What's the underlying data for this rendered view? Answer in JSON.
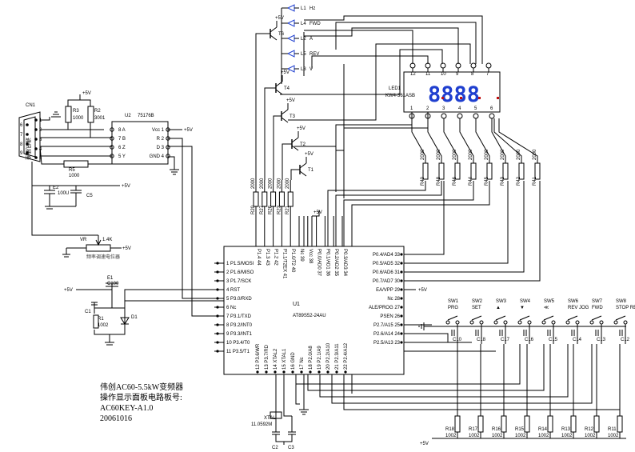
{
  "title_block": {
    "line1": "伟创AC60-5.5kW变频器",
    "line2": "操作显示面板电路板号:",
    "line3": "AC60KEY-A1.0",
    "line4": "20061016"
  },
  "u1": {
    "ref": "U1",
    "part": "AT89S52-24AU",
    "left_pins": [
      "1 P1.5/MOSI",
      "2 P1.6/MISO",
      "3 P1.7/SCK",
      "4 RST",
      "5 P3.0/RXD",
      "6 Nc",
      "7 P3.1/TXD",
      "8 P3.2/INT0",
      "9 P3.3/INT1",
      "10 P3.4/T0",
      "11 P3.5/T1"
    ],
    "top_pins": [
      "P1.4 44",
      "P1.3 43",
      "P1.2 42",
      "P1.1/T2EX 41",
      "P1.0/T2 40",
      "Nc 39",
      "Vcc 38",
      "P0.0/AD0 37",
      "P0.1/AD1 36",
      "P0.2/AD2 35",
      "P0.3/AD3 34"
    ],
    "right_pins": [
      "P0.4/AD4 33",
      "P0.5/AD5 32",
      "P0.6/AD6 31",
      "P0.7/AD7 30",
      "EA/VPP 29",
      "Nc 28",
      "ALE/PROG 27",
      "PSEN 26",
      "P2.7/A15 25",
      "P2.6/A14 24",
      "P2.5/A13 23"
    ],
    "bottom_pins": [
      "12 P3.6/WR",
      "13 P3.7/RD",
      "14 XTAL2",
      "15 XTAL1",
      "16 GND",
      "17 Nc",
      "18 P2.0/A8",
      "19 P2.1/A9",
      "20 P2.2/A10",
      "21 P2.3/A11",
      "22 P2.4/A12"
    ]
  },
  "u2": {
    "ref": "U2",
    "part": "75176B",
    "left_pins": [
      "8 A",
      "7 B",
      "6 Z",
      "5 Y"
    ],
    "right_pins": [
      "Vcc 1",
      "R 2",
      "D 3",
      "GND 4"
    ]
  },
  "cn1": {
    "ref": "CN1",
    "label": "通讯插座",
    "pins": [
      "1",
      "2",
      "3",
      "4",
      "5",
      "6",
      "7",
      "8",
      "9"
    ]
  },
  "led_display": {
    "ref": "LED1",
    "part": "KW4-361ASB",
    "top_pins": [
      "12",
      "11",
      "10",
      "9",
      "8",
      "7"
    ],
    "bottom_pins": [
      "1",
      "2",
      "3",
      "4",
      "5",
      "6"
    ],
    "digits": "8888"
  },
  "status_leds": [
    {
      "ref": "L1",
      "name": "Hz"
    },
    {
      "ref": "L4",
      "name": "FWD"
    },
    {
      "ref": "L2",
      "name": "A"
    },
    {
      "ref": "L5",
      "name": "REV"
    },
    {
      "ref": "L3",
      "name": "V"
    }
  ],
  "transistors": [
    "T6",
    "T4",
    "T3",
    "T2",
    "T1"
  ],
  "power_label": "+5V",
  "top_resistors": [
    {
      "ref": "R20",
      "value": "2000"
    },
    {
      "ref": "R27",
      "value": "2000"
    },
    {
      "ref": "R26",
      "value": "2000"
    },
    {
      "ref": "R23",
      "value": "2000"
    },
    {
      "ref": "R21",
      "value": "2000"
    }
  ],
  "segment_resistors": [
    {
      "ref": "R40",
      "value": "2000"
    },
    {
      "ref": "R48",
      "value": "2000"
    },
    {
      "ref": "R46",
      "value": "2000"
    },
    {
      "ref": "R44",
      "value": "2000"
    },
    {
      "ref": "R45",
      "value": "2000"
    },
    {
      "ref": "R43",
      "value": "2000"
    },
    {
      "ref": "R42",
      "value": "2000"
    },
    {
      "ref": "R41",
      "value": "2000"
    }
  ],
  "misc": {
    "r3": "R3",
    "r3_value": "1000",
    "r2": "R2",
    "r2_value": "3001",
    "r5": "R5",
    "r5_value": "1000",
    "e2": "E2",
    "e2_value": "100U",
    "c5": "C5",
    "vr": "VR",
    "vr_value": "1.4K",
    "vr_note": "频率调速电位器",
    "e1": "E1",
    "e1_value": "C100",
    "c1": "C1",
    "r1": "R1",
    "r1_value": "1002",
    "d1": "D1",
    "xtal": "XTAL",
    "xtal_freq": "11.0592M",
    "c2": "C2",
    "c3": "C3"
  },
  "switches": [
    {
      "ref": "SW1",
      "name": "PRG"
    },
    {
      "ref": "SW2",
      "name": "SET"
    },
    {
      "ref": "SW3",
      "name": "▲"
    },
    {
      "ref": "SW4",
      "name": "▼"
    },
    {
      "ref": "SW5",
      "name": "≪"
    },
    {
      "ref": "SW6",
      "name": "REV JOG"
    },
    {
      "ref": "SW7",
      "name": "FWD"
    },
    {
      "ref": "SW8",
      "name": "STOP RESET"
    }
  ],
  "switch_caps": [
    "C10",
    "C18",
    "C17",
    "C16",
    "C15",
    "C14",
    "C13",
    "C12"
  ],
  "pullups": [
    {
      "ref": "R18",
      "value": "1002"
    },
    {
      "ref": "R17",
      "value": "1002"
    },
    {
      "ref": "R16",
      "value": "1002"
    },
    {
      "ref": "R15",
      "value": "1002"
    },
    {
      "ref": "R14",
      "value": "1002"
    },
    {
      "ref": "R13",
      "value": "1002"
    },
    {
      "ref": "R12",
      "value": "1002"
    },
    {
      "ref": "R11",
      "value": "1002"
    }
  ]
}
